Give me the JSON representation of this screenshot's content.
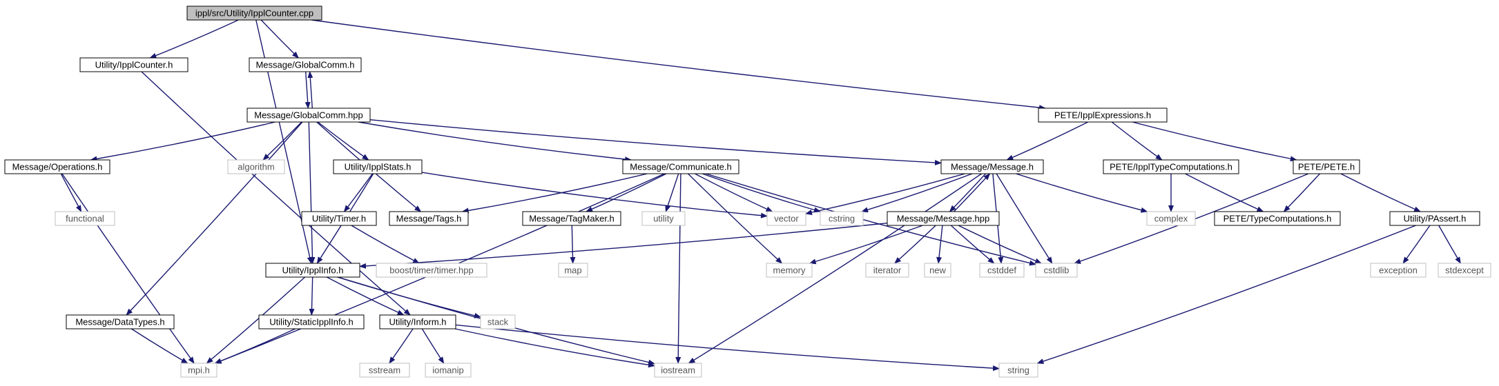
{
  "colors": {
    "edge": "#191970",
    "project_border": "#000000",
    "project_text": "#000000",
    "system_border": "#bfbfbf",
    "system_text": "#555555",
    "root_fill": "#bfbfbf",
    "fill": "#ffffff"
  },
  "nodes": [
    {
      "id": "root",
      "label": "ippl/src/Utility/IpplCounter.cpp",
      "kind": "root"
    },
    {
      "id": "ipplcounter_h",
      "label": "Utility/IpplCounter.h",
      "kind": "project"
    },
    {
      "id": "globalcomm_h",
      "label": "Message/GlobalComm.h",
      "kind": "project"
    },
    {
      "id": "globalcomm_hpp",
      "label": "Message/GlobalComm.hpp",
      "kind": "project"
    },
    {
      "id": "ipplexpressions_h",
      "label": "PETE/IpplExpressions.h",
      "kind": "project"
    },
    {
      "id": "operations_h",
      "label": "Message/Operations.h",
      "kind": "project"
    },
    {
      "id": "algorithm",
      "label": "algorithm",
      "kind": "system"
    },
    {
      "id": "ipplstats_h",
      "label": "Utility/IpplStats.h",
      "kind": "project"
    },
    {
      "id": "communicate_h",
      "label": "Message/Communicate.h",
      "kind": "project"
    },
    {
      "id": "message_h",
      "label": "Message/Message.h",
      "kind": "project"
    },
    {
      "id": "ippltypecomputations_h",
      "label": "PETE/IpplTypeComputations.h",
      "kind": "project"
    },
    {
      "id": "pete_h",
      "label": "PETE/PETE.h",
      "kind": "project"
    },
    {
      "id": "functional",
      "label": "functional",
      "kind": "system"
    },
    {
      "id": "timer_h",
      "label": "Utility/Timer.h",
      "kind": "project"
    },
    {
      "id": "tags_h",
      "label": "Message/Tags.h",
      "kind": "project"
    },
    {
      "id": "tagmaker_h",
      "label": "Message/TagMaker.h",
      "kind": "project"
    },
    {
      "id": "utility",
      "label": "utility",
      "kind": "system"
    },
    {
      "id": "vector",
      "label": "vector",
      "kind": "system"
    },
    {
      "id": "cstring",
      "label": "cstring",
      "kind": "system"
    },
    {
      "id": "message_hpp",
      "label": "Message/Message.hpp",
      "kind": "project"
    },
    {
      "id": "complex",
      "label": "complex",
      "kind": "system"
    },
    {
      "id": "typecomputations_h",
      "label": "PETE/TypeComputations.h",
      "kind": "project"
    },
    {
      "id": "passert_h",
      "label": "Utility/PAssert.h",
      "kind": "project"
    },
    {
      "id": "ipplinfo_h",
      "label": "Utility/IpplInfo.h",
      "kind": "project"
    },
    {
      "id": "boost_timer",
      "label": "boost/timer/timer.hpp",
      "kind": "system"
    },
    {
      "id": "map",
      "label": "map",
      "kind": "system"
    },
    {
      "id": "memory",
      "label": "memory",
      "kind": "system"
    },
    {
      "id": "iterator",
      "label": "iterator",
      "kind": "system"
    },
    {
      "id": "new",
      "label": "new",
      "kind": "system"
    },
    {
      "id": "cstddef",
      "label": "cstddef",
      "kind": "system"
    },
    {
      "id": "cstdlib",
      "label": "cstdlib",
      "kind": "system"
    },
    {
      "id": "exception",
      "label": "exception",
      "kind": "system"
    },
    {
      "id": "stdexcept",
      "label": "stdexcept",
      "kind": "system"
    },
    {
      "id": "datatypes_h",
      "label": "Message/DataTypes.h",
      "kind": "project"
    },
    {
      "id": "staticipplinfo_h",
      "label": "Utility/StaticIpplInfo.h",
      "kind": "project"
    },
    {
      "id": "inform_h",
      "label": "Utility/Inform.h",
      "kind": "project"
    },
    {
      "id": "stack",
      "label": "stack",
      "kind": "system"
    },
    {
      "id": "mpi_h",
      "label": "mpi.h",
      "kind": "system"
    },
    {
      "id": "sstream",
      "label": "sstream",
      "kind": "system"
    },
    {
      "id": "iomanip",
      "label": "iomanip",
      "kind": "system"
    },
    {
      "id": "iostream",
      "label": "iostream",
      "kind": "system"
    },
    {
      "id": "string",
      "label": "string",
      "kind": "system"
    }
  ],
  "edges": [
    [
      "root",
      "ipplcounter_h"
    ],
    [
      "root",
      "globalcomm_h"
    ],
    [
      "root",
      "ipplinfo_h"
    ],
    [
      "root",
      "ipplexpressions_h"
    ],
    [
      "ipplcounter_h",
      "inform_h"
    ],
    [
      "globalcomm_h",
      "globalcomm_hpp"
    ],
    [
      "globalcomm_hpp",
      "globalcomm_h"
    ],
    [
      "globalcomm_hpp",
      "operations_h"
    ],
    [
      "globalcomm_hpp",
      "algorithm"
    ],
    [
      "globalcomm_hpp",
      "ipplstats_h"
    ],
    [
      "globalcomm_hpp",
      "tags_h"
    ],
    [
      "globalcomm_hpp",
      "communicate_h"
    ],
    [
      "globalcomm_hpp",
      "message_h"
    ],
    [
      "globalcomm_hpp",
      "datatypes_h"
    ],
    [
      "globalcomm_hpp",
      "ipplinfo_h"
    ],
    [
      "ipplexpressions_h",
      "message_h"
    ],
    [
      "ipplexpressions_h",
      "ippltypecomputations_h"
    ],
    [
      "ipplexpressions_h",
      "pete_h"
    ],
    [
      "operations_h",
      "functional"
    ],
    [
      "operations_h",
      "mpi_h"
    ],
    [
      "ipplstats_h",
      "timer_h"
    ],
    [
      "ipplstats_h",
      "ipplinfo_h"
    ],
    [
      "ipplstats_h",
      "vector"
    ],
    [
      "timer_h",
      "boost_timer"
    ],
    [
      "communicate_h",
      "tags_h"
    ],
    [
      "communicate_h",
      "tagmaker_h"
    ],
    [
      "communicate_h",
      "utility"
    ],
    [
      "communicate_h",
      "vector"
    ],
    [
      "communicate_h",
      "cstring"
    ],
    [
      "communicate_h",
      "memory"
    ],
    [
      "communicate_h",
      "iostream"
    ],
    [
      "communicate_h",
      "cstdlib"
    ],
    [
      "communicate_h",
      "mpi_h"
    ],
    [
      "tagmaker_h",
      "map"
    ],
    [
      "message_h",
      "vector"
    ],
    [
      "message_h",
      "cstring"
    ],
    [
      "message_h",
      "message_hpp"
    ],
    [
      "message_hpp",
      "message_h"
    ],
    [
      "message_h",
      "complex"
    ],
    [
      "message_h",
      "cstddef"
    ],
    [
      "message_h",
      "cstdlib"
    ],
    [
      "message_h",
      "iostream"
    ],
    [
      "message_hpp",
      "ipplinfo_h"
    ],
    [
      "message_hpp",
      "memory"
    ],
    [
      "message_hpp",
      "iterator"
    ],
    [
      "message_hpp",
      "new"
    ],
    [
      "message_hpp",
      "cstddef"
    ],
    [
      "message_hpp",
      "cstdlib"
    ],
    [
      "ippltypecomputations_h",
      "complex"
    ],
    [
      "ippltypecomputations_h",
      "typecomputations_h"
    ],
    [
      "pete_h",
      "typecomputations_h"
    ],
    [
      "pete_h",
      "passert_h"
    ],
    [
      "pete_h",
      "cstdlib"
    ],
    [
      "passert_h",
      "exception"
    ],
    [
      "passert_h",
      "stdexcept"
    ],
    [
      "passert_h",
      "string"
    ],
    [
      "ipplinfo_h",
      "inform_h"
    ],
    [
      "ipplinfo_h",
      "staticipplinfo_h"
    ],
    [
      "ipplinfo_h",
      "stack"
    ],
    [
      "ipplinfo_h",
      "iostream"
    ],
    [
      "ipplinfo_h",
      "mpi_h"
    ],
    [
      "datatypes_h",
      "mpi_h"
    ],
    [
      "staticipplinfo_h",
      "mpi_h"
    ],
    [
      "inform_h",
      "sstream"
    ],
    [
      "inform_h",
      "iomanip"
    ],
    [
      "inform_h",
      "iostream"
    ],
    [
      "inform_h",
      "string"
    ]
  ]
}
